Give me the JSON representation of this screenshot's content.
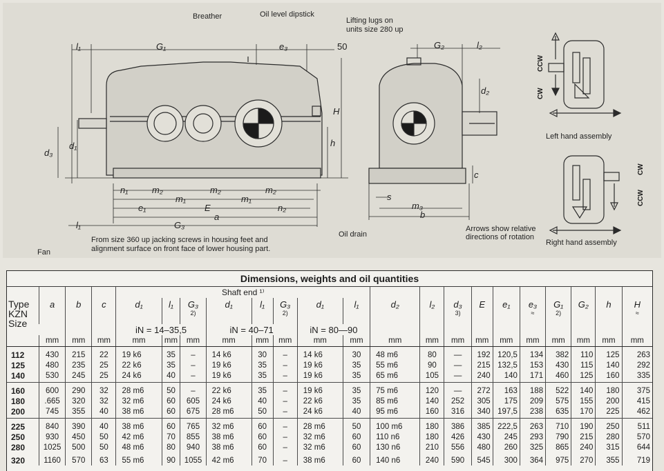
{
  "drawing": {
    "labels": {
      "breather": "Breather",
      "oil_level_dipstick": "Oil level dipstick",
      "lifting_lugs": "Lifting lugs on\nunits size 280 up",
      "fan": "Fan",
      "jacking_screws_note": "From size 360 up jacking screws in housing feet and\nalignment surface on front face of lower housing part.",
      "oil_drain": "Oil drain",
      "arrows_note": "Arrows show relative\ndirections of rotation",
      "left_hand_assembly": "Left hand assembly",
      "right_hand_assembly": "Right hand assembly",
      "ccw": "CCW",
      "cw": "CW"
    },
    "dims": {
      "l1": "l₁",
      "G1": "G₁",
      "e3": "e₃",
      "d50": "50",
      "G2": "G₂",
      "l2": "l₂",
      "d2": "d₂",
      "H": "H",
      "h": "h",
      "d1": "d₁",
      "d3": "d₃",
      "c": "c",
      "s": "s",
      "m3": "m₃",
      "b": "b",
      "n1": "n₁",
      "m2": "m₂",
      "m1": "m₁",
      "e1": "e₁",
      "E": "E",
      "n2": "n₂",
      "a": "a",
      "G3": "G₃"
    }
  },
  "table": {
    "title": "Dimensions, weights and oil quantities",
    "shaft_end": "Shaft end ¹⁾",
    "type_header": "Type\nKZN\nSize",
    "in_ranges": [
      "iN = 14–35,5",
      "iN = 40–71",
      "iN = 80—90"
    ],
    "symbols": {
      "a": "a",
      "b": "b",
      "c": "c",
      "d1": "d₁",
      "l1": "l₁",
      "G3": "G₃",
      "d2": "d₂",
      "l2": "l₂",
      "d3": "d₃",
      "E": "E",
      "e1": "e₁",
      "e3": "e₃",
      "G1": "G₁",
      "G2": "G₂",
      "h": "h",
      "H": "H"
    },
    "notes": {
      "n2": "2)",
      "n3": "3)",
      "approx": "≈"
    },
    "unit": "mm",
    "rows": [
      [
        "112",
        "430",
        "215",
        "22",
        "19 k6",
        "35",
        "–",
        "14 k6",
        "30",
        "–",
        "14 k6",
        "30",
        "48 m6",
        "80",
        "—",
        "192",
        "120,5",
        "134",
        "382",
        "110",
        "125",
        "263"
      ],
      [
        "125",
        "480",
        "235",
        "25",
        "22 k6",
        "35",
        "–",
        "19 k6",
        "35",
        "–",
        "19 k6",
        "35",
        "55 m6",
        "90",
        "—",
        "215",
        "132,5",
        "153",
        "430",
        "115",
        "140",
        "292"
      ],
      [
        "140",
        "530",
        "245",
        "25",
        "24 k6",
        "40",
        "–",
        "19 k6",
        "35",
        "–",
        "19 k6",
        "35",
        "65 m6",
        "105",
        "—",
        "240",
        "140",
        "171",
        "460",
        "125",
        "160",
        "335"
      ],
      [
        "160",
        "600",
        "290",
        "32",
        "28 m6",
        "50",
        "–",
        "22 k6",
        "35",
        "–",
        "19 k6",
        "35",
        "75 m6",
        "120",
        "—",
        "272",
        "163",
        "188",
        "522",
        "140",
        "180",
        "375"
      ],
      [
        "180",
        ".665",
        "320",
        "32",
        "32 m6",
        "60",
        "605",
        "24 k6",
        "40",
        "–",
        "22 k6",
        "35",
        "85 m6",
        "140",
        "252",
        "305",
        "175",
        "209",
        "575",
        "155",
        "200",
        "415"
      ],
      [
        "200",
        "745",
        "355",
        "40",
        "38 m6",
        "60",
        "675",
        "28 m6",
        "50",
        "–",
        "24 k6",
        "40",
        "95 m6",
        "160",
        "316",
        "340",
        "197,5",
        "238",
        "635",
        "170",
        "225",
        "462"
      ],
      [
        "225",
        "840",
        "390",
        "40",
        "38 m6",
        "60",
        "765",
        "32 m6",
        "60",
        "–",
        "28 m6",
        "50",
        "100 m6",
        "180",
        "386",
        "385",
        "222,5",
        "263",
        "710",
        "190",
        "250",
        "511"
      ],
      [
        "250",
        "930",
        "450",
        "50",
        "42 m6",
        "70",
        "855",
        "38 m6",
        "60",
        "–",
        "32 m6",
        "60",
        "110 n6",
        "180",
        "426",
        "430",
        "245",
        "293",
        "790",
        "215",
        "280",
        "570"
      ],
      [
        "280",
        "1025",
        "500",
        "50",
        "48 m6",
        "80",
        "940",
        "38 m6",
        "60",
        "–",
        "32 m6",
        "60",
        "130 n6",
        "210",
        "556",
        "480",
        "260",
        "325",
        "865",
        "240",
        "315",
        "644"
      ],
      [
        "320",
        "1160",
        "570",
        "63",
        "55 m6",
        "90",
        "1055",
        "42 m6",
        "70",
        "–",
        "38 m6",
        "60",
        "140 n6",
        "240",
        "590",
        "545",
        "300",
        "364",
        "975",
        "270",
        "355",
        "719"
      ]
    ]
  }
}
